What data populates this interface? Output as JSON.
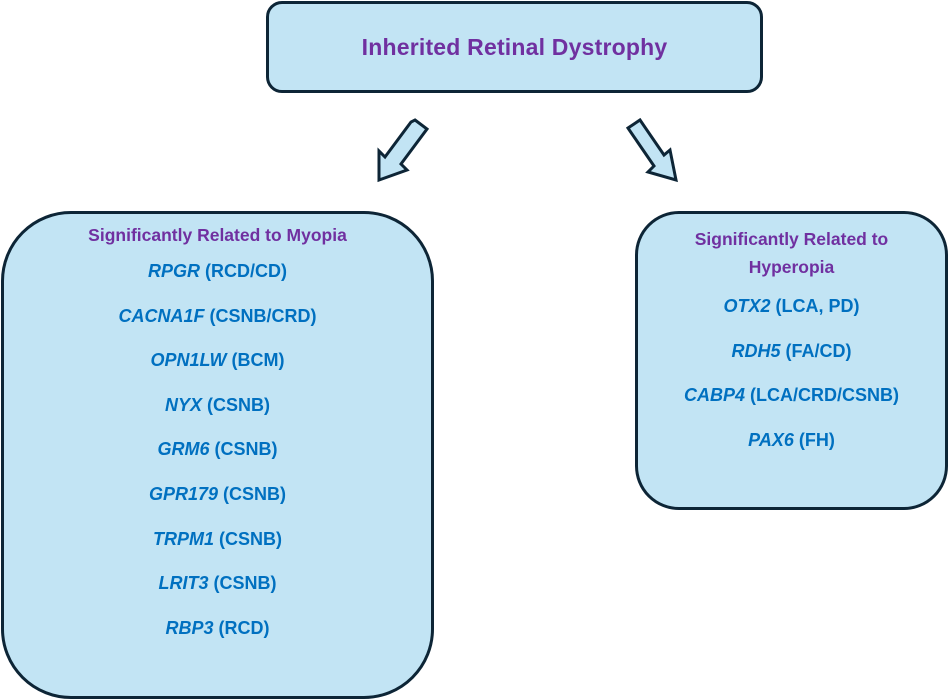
{
  "root": {
    "title": "Inherited Retinal Dystrophy"
  },
  "colors": {
    "box_fill": "#c2e4f4",
    "box_border": "#0d2536",
    "heading": "#7030a0",
    "gene_text": "#0070c0"
  },
  "arrows": [
    {
      "direction": "down-left",
      "target": "myopia"
    },
    {
      "direction": "down-right",
      "target": "hyperopia"
    }
  ],
  "myopia": {
    "heading": "Significantly Related to Myopia",
    "genes": [
      {
        "gene": "RPGR",
        "conditions": " (RCD/CD)"
      },
      {
        "gene": "CACNA1F",
        "conditions": " (CSNB/CRD)"
      },
      {
        "gene": "OPN1LW",
        "conditions": " (BCM)"
      },
      {
        "gene": "NYX",
        "conditions": " (CSNB)"
      },
      {
        "gene": "GRM6",
        "conditions": " (CSNB)"
      },
      {
        "gene": "GPR179",
        "conditions": " (CSNB)"
      },
      {
        "gene": "TRPM1",
        "conditions": " (CSNB)"
      },
      {
        "gene": "LRIT3",
        "conditions": " (CSNB)"
      },
      {
        "gene": "RBP3",
        "conditions": " (RCD)"
      }
    ]
  },
  "hyperopia": {
    "heading": "Significantly Related  to Hyperopia",
    "genes": [
      {
        "gene": "OTX2",
        "conditions": " (LCA, PD)"
      },
      {
        "gene": "RDH5",
        "conditions": " (FA/CD)"
      },
      {
        "gene": "CABP4",
        "conditions": " (LCA/CRD/CSNB)"
      },
      {
        "gene": "PAX6",
        "conditions": " (FH)"
      }
    ]
  }
}
